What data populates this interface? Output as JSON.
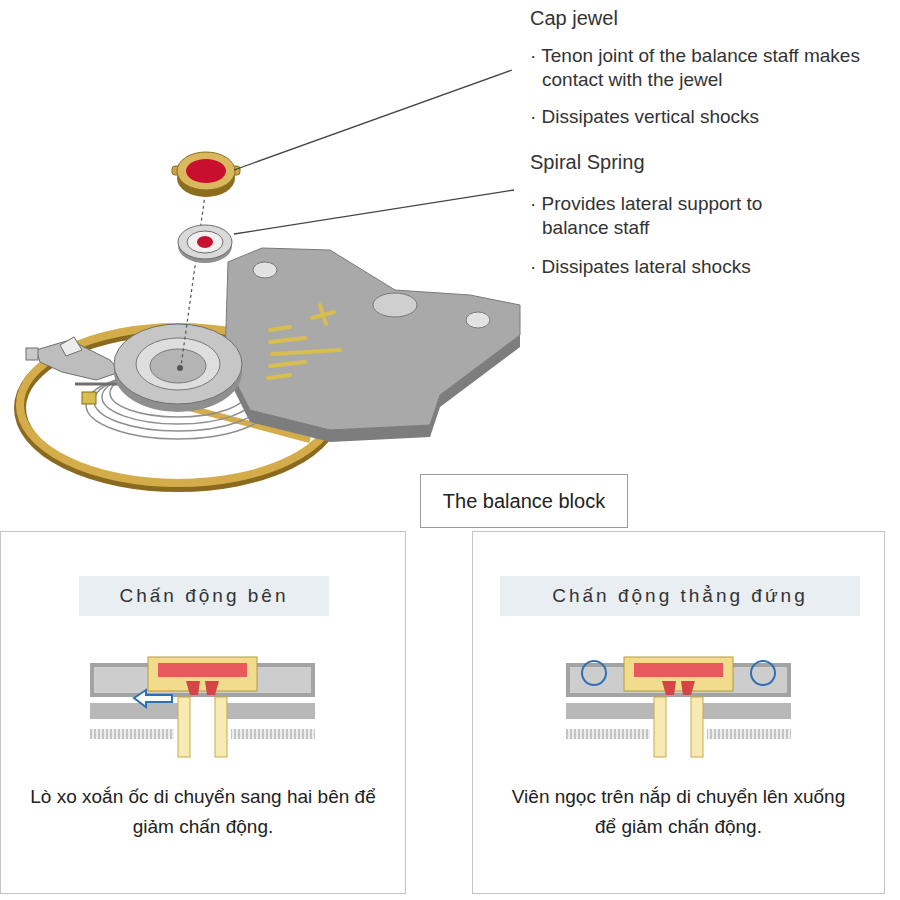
{
  "diagram": {
    "nodes": [
      {
        "text": [
          "The balance block"
        ]
      },
      {
        "text": [
          "Lò xo xoắn ốc di chuyển sang hai bên để giảm chấn động."
        ]
      },
      {
        "text": [
          "Chấn động bên"
        ],
        "in": 1
      },
      {
        "text": [
          "Viên ngọc trên nắp di chuyển lên xuống để giảm chấn động."
        ]
      },
      {
        "text": [
          "Chấn động thẳng đứng"
        ],
        "in": 3
      }
    ],
    "labels": [
      "Cap jewel",
      "· Tenon joint of the balance staff makes contact with the jewel",
      "· Dissipates vertical shocks",
      "Spiral Spring",
      "· Provides lateral support to balance staff",
      "· Dissipates lateral shocks"
    ]
  }
}
